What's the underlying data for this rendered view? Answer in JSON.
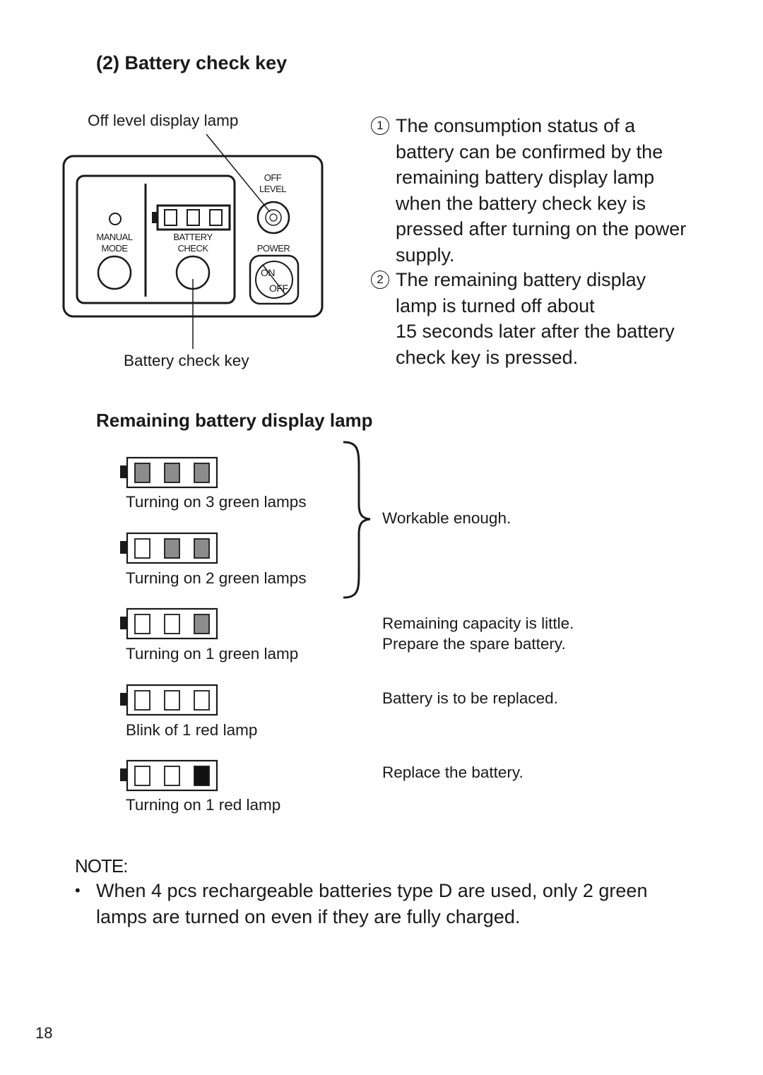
{
  "section": {
    "title": "(2) Battery check key",
    "callout_top": "Off level display lamp",
    "callout_bottom": "Battery check key"
  },
  "panel": {
    "manual_mode_1": "MANUAL",
    "manual_mode_2": "MODE",
    "battery_check_1": "BATTERY",
    "battery_check_2": "CHECK",
    "off_level_1": "OFF",
    "off_level_2": "LEVEL",
    "power": "POWER",
    "on": "ON",
    "off": "OFF"
  },
  "instructions": [
    {
      "marker": "1",
      "lines": [
        "The consumption status of a",
        "battery can be confirmed by the",
        "remaining battery display lamp",
        "when the battery check key is",
        "pressed after turning on the power",
        "supply."
      ]
    },
    {
      "marker": "2",
      "lines": [
        "The remaining battery display",
        "lamp is turned off about",
        "15 seconds later after the battery",
        "check key is pressed."
      ]
    }
  ],
  "lamp_section": {
    "title": "Remaining battery display lamp",
    "rows": [
      {
        "caption": "Turning on 3 green lamps",
        "cells": [
          "gray",
          "gray",
          "gray"
        ]
      },
      {
        "caption": "Turning on 2 green lamps",
        "cells": [
          "empty",
          "gray",
          "gray"
        ]
      },
      {
        "caption": "Turning on 1 green lamp",
        "cells": [
          "empty",
          "empty",
          "gray"
        ]
      },
      {
        "caption": "Blink of 1 red lamp",
        "cells": [
          "empty",
          "empty",
          "empty"
        ]
      },
      {
        "caption": "Turning on 1 red lamp",
        "cells": [
          "empty",
          "empty",
          "black"
        ]
      }
    ],
    "descriptions": {
      "workable": "Workable enough.",
      "little_1": "Remaining capacity is little.",
      "little_2": "Prepare the spare battery.",
      "to_be_replaced": "Battery is to be replaced.",
      "replace": "Replace the battery."
    }
  },
  "note": {
    "label": "NOTE:",
    "bullet": "•",
    "lines": [
      "When 4 pcs rechargeable batteries type D are used, only 2 green",
      "lamps are turned on even if they are fully charged."
    ]
  },
  "page_number": "18",
  "colors": {
    "lamp_on": "#8c8c8c",
    "lamp_red": "#111111",
    "text": "#1a1a1a"
  }
}
